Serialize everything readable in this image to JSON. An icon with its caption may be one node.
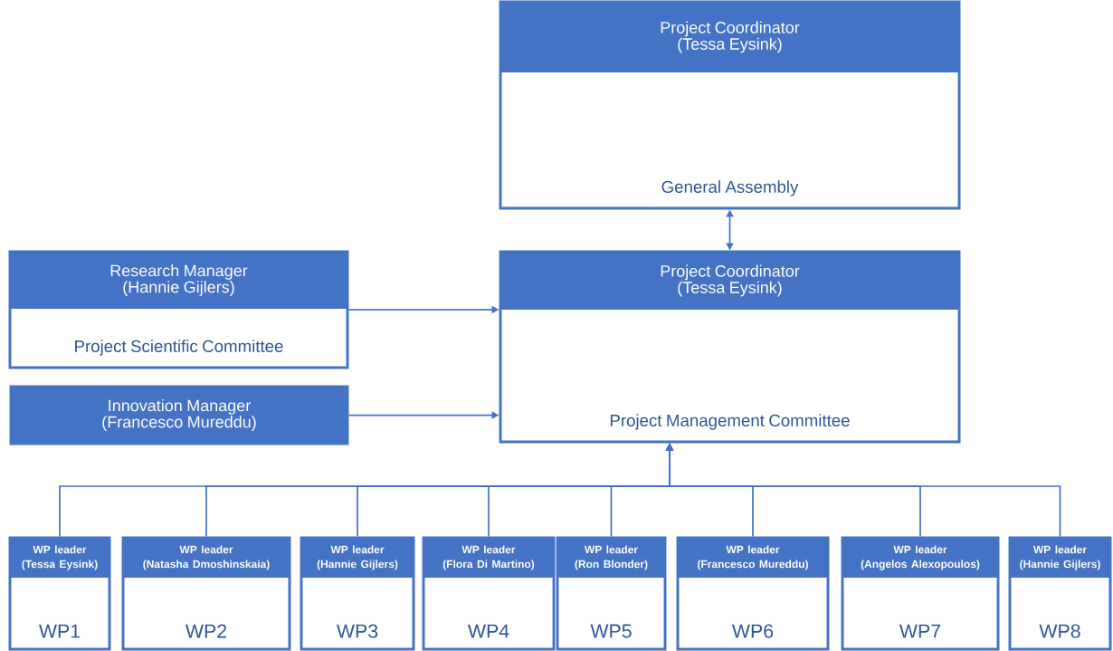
{
  "diagram": {
    "nodes": [
      {
        "text": [
          "Project Coordinator (Tessa Eysink)",
          "General Assembly"
        ]
      },
      {
        "text": [
          "Project Coordinator (Tessa Eysink)",
          "Project Management Committee"
        ]
      },
      {
        "text": [
          "Research Manager (Hannie Gijlers)",
          "Project Scientific Committee"
        ]
      },
      {
        "text": [
          "Innovation Manager (Francesco Mureddu)"
        ]
      },
      {
        "text": [
          "WP leader (Tessa Eysink)",
          "WP1"
        ]
      },
      {
        "text": [
          "WP leader (Natasha Dmoshinskaia)",
          "WP2"
        ]
      },
      {
        "text": [
          "WP leader (Hannie Gijlers)",
          "WP3"
        ]
      },
      {
        "text": [
          "WP leader (Flora Di Martino)",
          "WP4"
        ]
      },
      {
        "text": [
          "WP leader (Ron Blonder)",
          "WP5"
        ]
      },
      {
        "text": [
          "WP leader (Francesco Mureddu)",
          "WP6"
        ]
      },
      {
        "text": [
          "WP leader (Angelos Alexopoulos)",
          "WP7"
        ]
      },
      {
        "text": [
          "WP leader (Hannie Gijlers)",
          "WP8"
        ]
      }
    ],
    "edges": [
      {
        "from": 0,
        "to": 1,
        "arrow": "both"
      },
      {
        "from": 2,
        "to": 1,
        "arrow": "to"
      },
      {
        "from": 3,
        "to": 1,
        "arrow": "to"
      },
      {
        "from": 4,
        "to": 1,
        "arrow": "to"
      },
      {
        "from": 5,
        "to": 1,
        "arrow": "to"
      },
      {
        "from": 6,
        "to": 1,
        "arrow": "to"
      },
      {
        "from": 7,
        "to": 1,
        "arrow": "to"
      },
      {
        "from": 8,
        "to": 1,
        "arrow": "to"
      },
      {
        "from": 9,
        "to": 1,
        "arrow": "to"
      },
      {
        "from": 10,
        "to": 1,
        "arrow": "to"
      },
      {
        "from": 11,
        "to": 1,
        "arrow": "to"
      }
    ]
  }
}
